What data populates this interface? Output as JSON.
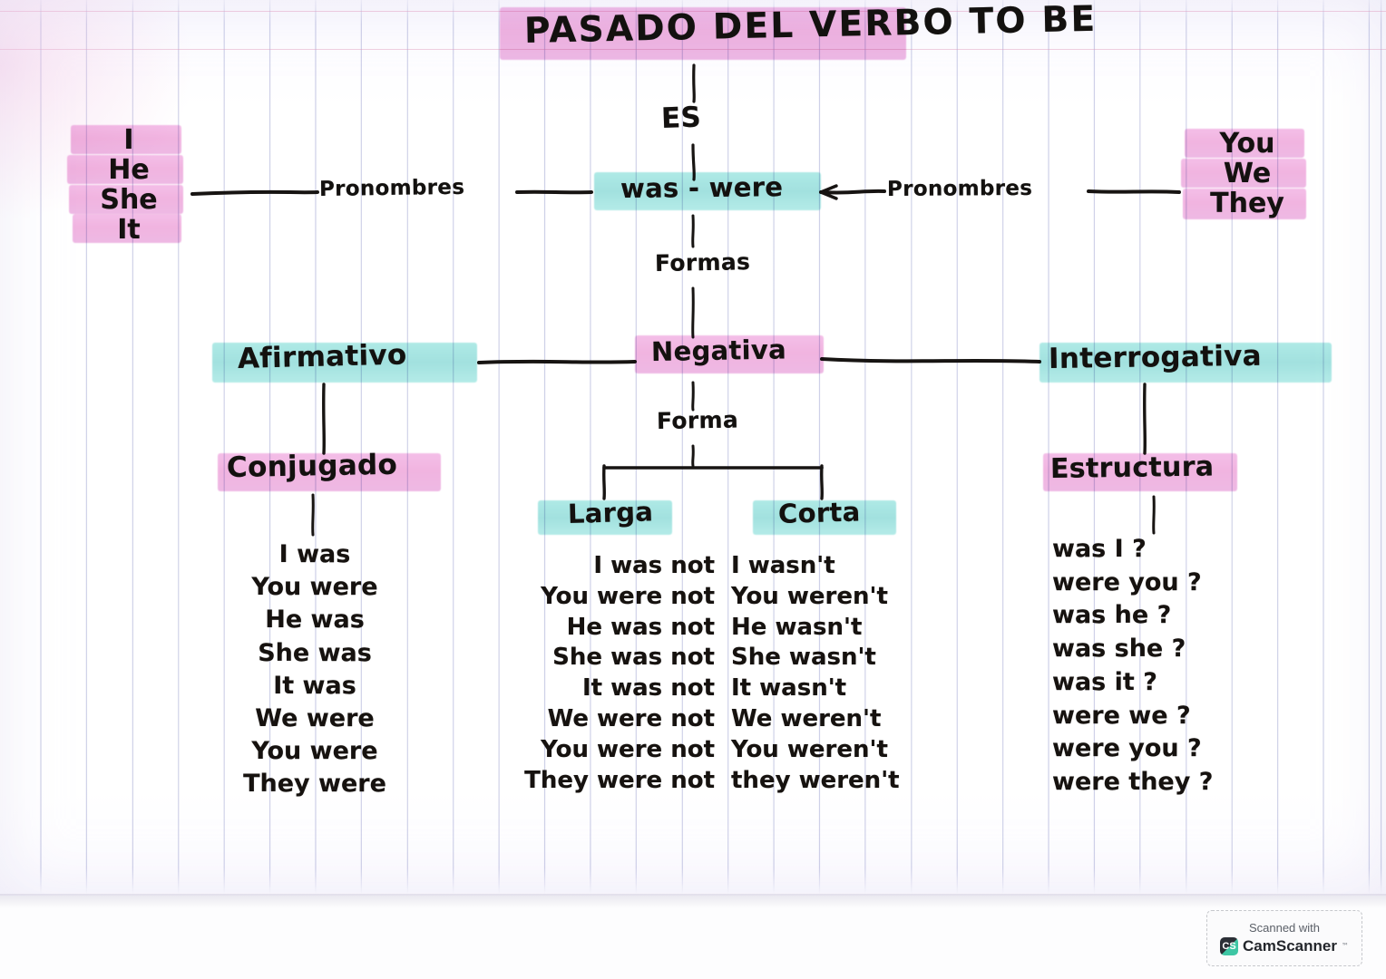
{
  "document": {
    "kind": "handwritten-mind-map",
    "title": "PASADO DEL VERBO TO BE",
    "paper": "ruled notebook sheet, scanned"
  },
  "colors": {
    "highlight_pink": "#f0aede",
    "highlight_cyan": "#9adfdd",
    "ink": "#13110f",
    "rule_line": "#787ebe",
    "camscanner_green": "#3ec6a4"
  },
  "nodes": {
    "title": "PASADO DEL VERBO TO BE",
    "es_label": "ES",
    "center": "was - were",
    "formas_label": "Formas",
    "forma_label": "Forma",
    "pronombres_left": "Pronombres",
    "pronombres_right": "Pronombres",
    "afirmativo": "Afirmativo",
    "negativa": "Negativa",
    "interrogativa": "Interrogativa",
    "conjugado": "Conjugado",
    "estructura": "Estructura",
    "larga": "Larga",
    "corta": "Corta"
  },
  "pronouns_left": {
    "lines": [
      "I",
      "He",
      "She",
      "It"
    ]
  },
  "pronouns_right": {
    "lines": [
      "You",
      "We",
      "They"
    ]
  },
  "affirmative": {
    "heading": "Conjugado",
    "rows": [
      "I was",
      "You were",
      "He was",
      "She was",
      "It was",
      "We were",
      "You were",
      "They were"
    ]
  },
  "negative_long": {
    "heading": "Larga",
    "rows": [
      "I was not",
      "You were not",
      "He was not",
      "She was not",
      "It was not",
      "We were not",
      "You were not",
      "They were not"
    ]
  },
  "negative_short": {
    "heading": "Corta",
    "rows": [
      "I wasn't",
      "You weren't",
      "He wasn't",
      "She wasn't",
      "It wasn't",
      "We weren't",
      "You weren't",
      "they weren't"
    ]
  },
  "interrogative": {
    "heading": "Estructura",
    "rows": [
      "was I ?",
      "were you ?",
      "was he ?",
      "was she ?",
      "was it ?",
      "were we ?",
      "were you ?",
      "were they ?"
    ]
  },
  "watermark": {
    "top": "Scanned with",
    "logo": "CS",
    "name": "CamScanner",
    "tm": "™"
  }
}
